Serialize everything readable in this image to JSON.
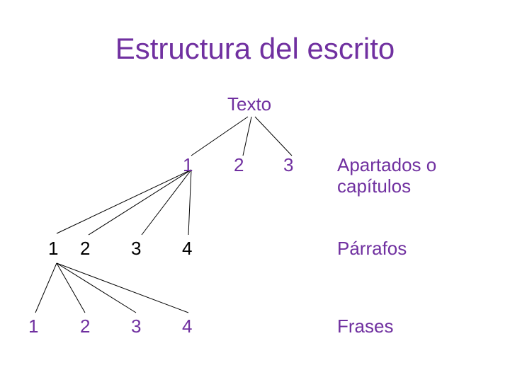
{
  "slide": {
    "title": "Estructura del escrito",
    "root": "Texto",
    "level1": [
      "1",
      "2",
      "3"
    ],
    "level2": [
      "1",
      "2",
      "3",
      "4"
    ],
    "level3": [
      "1",
      "2",
      "3",
      "4"
    ],
    "labels": {
      "level1": "Apartados o capítulos",
      "level2": "Párrafos",
      "level3": "Frases"
    },
    "colors": {
      "accent": "#7030a0",
      "text": "#000000",
      "background": "#ffffff"
    }
  }
}
